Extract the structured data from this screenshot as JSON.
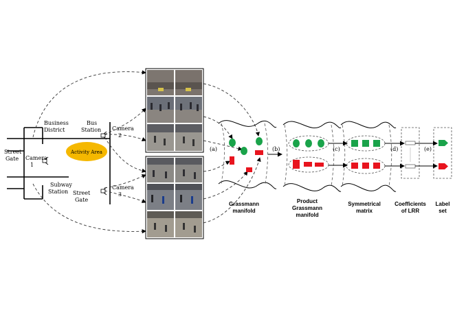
{
  "map": {
    "street_gate_left": [
      "Street",
      "Gate"
    ],
    "business_district": [
      "Business",
      "District"
    ],
    "bus_station": [
      "Bus",
      "Station"
    ],
    "subway_station": [
      "Subway",
      "Station"
    ],
    "street_gate_bottom": [
      "Street",
      "Gate"
    ],
    "activity_area": "Activity Area",
    "camera1": [
      "Camera",
      "1"
    ],
    "camera2": [
      "Camera",
      "2"
    ],
    "camera3": [
      "Camera",
      "3"
    ]
  },
  "steps": {
    "a": "(a)",
    "b": "(b)",
    "c": "(c)",
    "d": "(d)",
    "e": "(e)"
  },
  "labels": {
    "grassmann": [
      "Grassmann",
      "manifold"
    ],
    "product": [
      "Product",
      "Grassmann",
      "manifold"
    ],
    "symmetric": [
      "Symmetrical",
      "matrix"
    ],
    "coefficients": [
      "Coefficients",
      "of LRR"
    ],
    "labelset": [
      "Label",
      "set"
    ]
  },
  "colors": {
    "green": "#1aa34a",
    "red": "#e8141e",
    "activity_fill": "#f5b800"
  }
}
